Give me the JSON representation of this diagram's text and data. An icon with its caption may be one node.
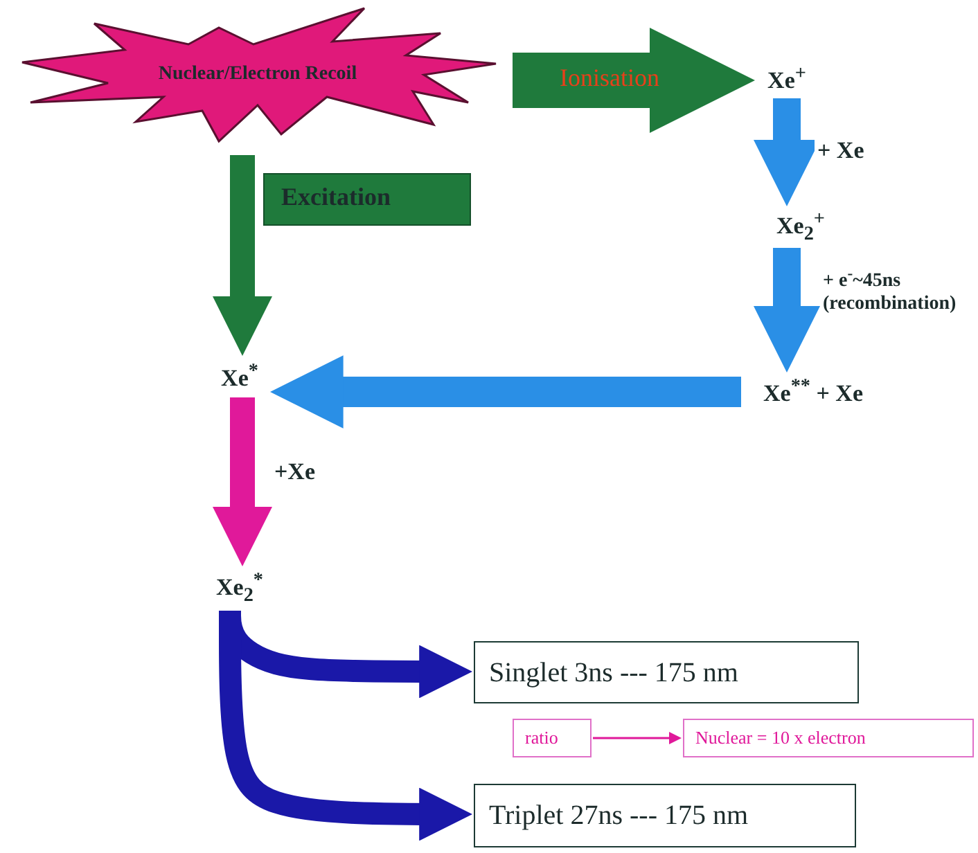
{
  "diagram": {
    "nodes": [
      {
        "text": [
          "Nuclear/Electron Recoil"
        ]
      },
      {
        "text": [
          "Xe$^{+}$"
        ]
      },
      {
        "text": [
          "Xe$_{2}$$^{+}$"
        ]
      },
      {
        "text": [
          "Xe$^{**}$ + Xe"
        ]
      },
      {
        "text": [
          "Xe$^{*}$"
        ]
      },
      {
        "text": [
          "Xe$_{2}$$^{*}$"
        ]
      },
      {
        "text": [
          "Singlet 3ns --- 175 nm"
        ]
      },
      {
        "text": [
          "Triplet 27ns --- 175 nm"
        ]
      },
      {
        "text": [
          "ratio"
        ]
      },
      {
        "text": [
          "Nuclear = 10 x electron"
        ]
      }
    ],
    "edges": [
      {
        "from": 0,
        "to": 1,
        "arrow": "to",
        "label": "Ionisation",
        "style": "thick",
        "color": "#1f7a3c"
      },
      {
        "from": 0,
        "to": 4,
        "arrow": "to",
        "label": "Excitation",
        "color": "#1f7a3c"
      },
      {
        "from": 1,
        "to": 2,
        "arrow": "to",
        "label": "+ Xe"
      },
      {
        "from": 2,
        "to": 3,
        "arrow": "to",
        "label": "+ e$^{-}$~45ns (recombination)"
      },
      {
        "from": 3,
        "to": 4,
        "arrow": "to"
      },
      {
        "from": 4,
        "to": 5,
        "arrow": "to",
        "label": "+Xe",
        "color": "#e0199a"
      },
      {
        "from": 5,
        "to": 6,
        "arrow": "to",
        "color": "#1a18a8"
      },
      {
        "from": 5,
        "to": 7,
        "arrow": "to",
        "color": "#1a18a8"
      },
      {
        "from": 8,
        "to": 9,
        "arrow": "to",
        "color": "#e0199a"
      }
    ]
  }
}
